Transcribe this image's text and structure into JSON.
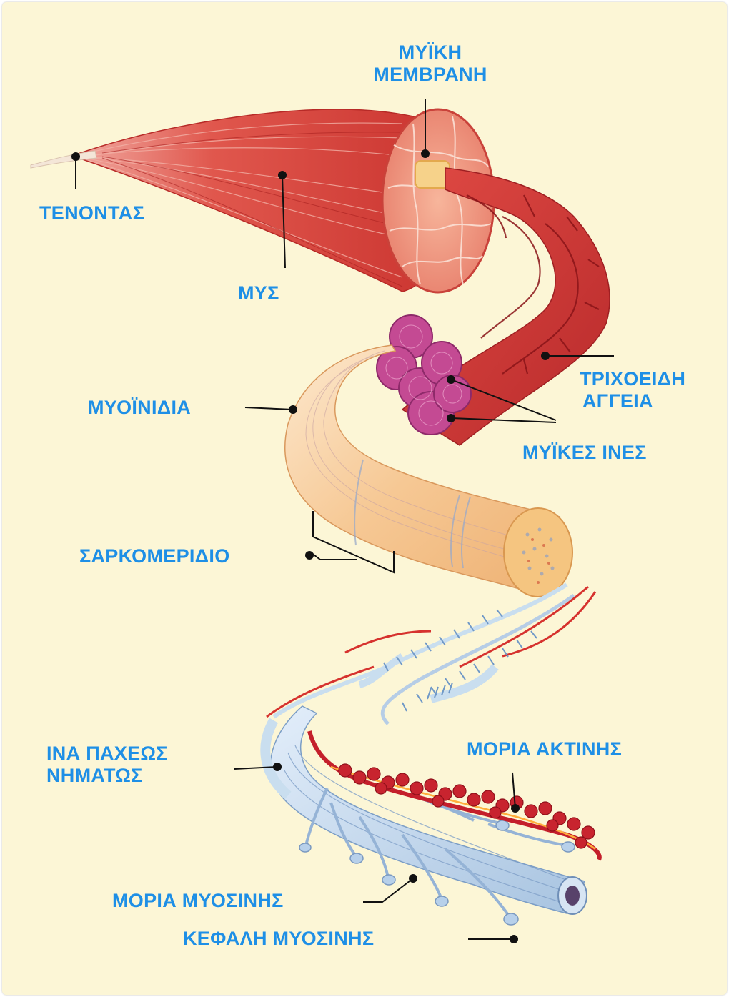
{
  "colors": {
    "background": "#fcf6d6",
    "label": "#1e8fe6",
    "muscle": "#dc3c35",
    "fascicle": "#c44a93",
    "myofibril": "#f5c48e",
    "myosin": "#b9d2ea",
    "actin": "#c41f2b",
    "leader": "#111111"
  },
  "labels": {
    "membrane_line1": "ΜΥΪΚΗ",
    "membrane_line2": "ΜΕΜΒΡΑΝΗ",
    "tendon": "ΤΕΝΟΝΤΑΣ",
    "muscle": "ΜΥΣ",
    "capillaries_line1": "ΤΡΙΧΟΕΙΔΗ",
    "capillaries_line2": "ΑΓΓΕΙΑ",
    "fibers": "ΜΥΪΚΕΣ ΙΝΕΣ",
    "myofibrils": "ΜΥΟΪΝΙΔΙΑ",
    "sarcomere": "ΣΑΡΚΟΜΕΡΙΔΙΟ",
    "thick_filament_line1": "ΙΝΑ ΠΑΧΕΩΣ",
    "thick_filament_line2": "ΝΗΜΑΤΩΣ",
    "actin": "ΜΟΡΙΑ ΑΚΤΙΝΗΣ",
    "myosin_molecules": "ΜΟΡΙΑ ΜΥΟΣΙΝΗΣ",
    "myosin_head": "ΚΕΦΑΛΗ ΜΥΟΣΙΝΗΣ"
  }
}
